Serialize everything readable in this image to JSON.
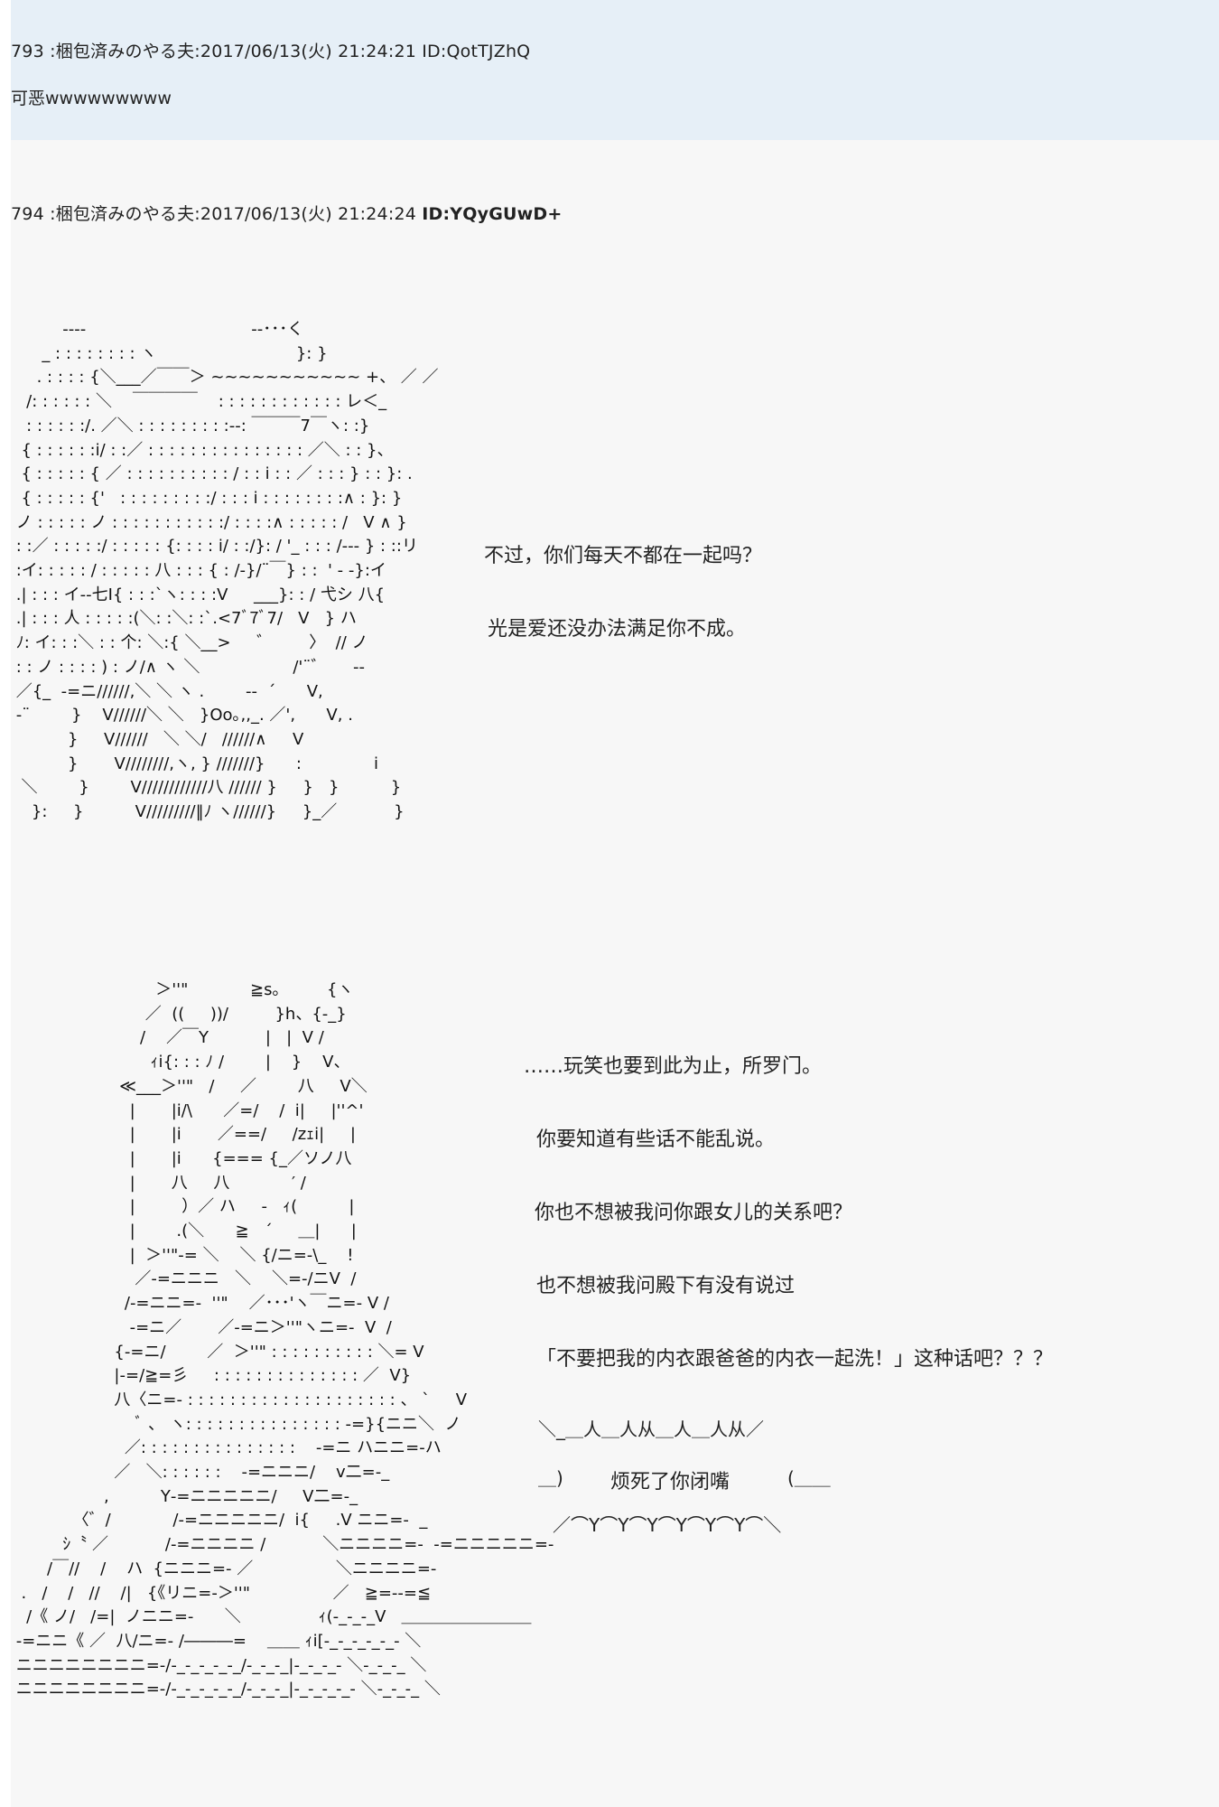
{
  "post793": {
    "header": "793 :梱包済みのやる夫:2017/06/13(火) 21:24:21 ID:QotTJZhQ",
    "body": "可恶wwwwwwwww"
  },
  "post794": {
    "header": "794 :梱包済みのやる夫:2017/06/13(火) 21:24:24 ",
    "id": "ID:YQyGUwD+",
    "art1": "          ---‐                                ‐‐･･･く\n      _ : : : : : : : : ヽ                           }: }\n     . : : : : {＼___／￣￣＞ ~~~~~~~~~~~ +、 ／ ／\n   /: : : : : : ＼    ￣￣￣￣    : : : : : : : : : : : : レ＜_\n   : : : : : :/. ／＼ : : : : : : : : :-‐: ￣￣￣7￣ヽ: :}\n  { : : : : : :i/ : :／ : : : : : : : : : : : : : : : ／＼ : : }、\n  { : : : : : { ／ : : : : : : : : : : / : : i : : ／ : : : } : : }: .\n  { : : : : : {'   : : : : : : : : :/ : : : i : : : : : : : :∧ : }: }\n ノ : : : : : ノ : : : : : : : : : : :/ : : : :∧ : : : : : /   V ∧ }\n : :／ : : : : :/ : : : : : {: : : : i/ : :/}: / '_ : : : /‐‐‐ } : ::リ\n :イ: : : : : / : : : : : 八 : : : { : /‐}/¨￣} : :  ' ‐ ‐}:イ\n .| : : : イ‐‐七I{ : : :`ヽ: : : :V     ___}: : / 弋シ 八{\n .| : : : 人 : : : : :(＼: :＼: :`.<7ﾞ7ﾞ7/   V   } ハ\n ﾉ: イ: : :＼ : : 个: ＼:{ ＼__>     ゛       〉  // ノ\n : : ノ : : : : ) : ノ/∧ ヽ ＼                  /'¨゛     ‐‐\n ／{_  ‐=ニ//////,＼ ＼ ヽ .        ‐‐  ´      V,\n ‐¨        }    V//////＼ ＼   }Oo｡,,_. ／',      V, .\n           }     V//////   ＼ ＼/   //////∧     V\n           }       V////////,ヽ, } ///////}      :              i\n  ＼        }        V////////////八 ////// }     }   }          }\n    }:     }          V/////////‖ﾉ ヽ//////}     }_／           }",
    "art2": "                            ＞''\"            ≧s｡         {ヽ\n                          ／  ((     ))/         }h、{‐_}\n                         /    ／￣Y           |   |  V /\n                           ｨi{: : : ﾉ /        |    }    V、\n                     ≪___＞''\"   /     ／        八     V＼\n                       |       |i/\\      ／=/    /  i|     |''^'\n                       |       |i       ／==/     /zｪi|     |\n                       |       |i      {=== {_／ソノ八\n                       |       八     八            ′ /\n                       |         ）／ ハ     ‐   ｨ(          |\n                       |        .(＼      ≧   ´     ＿|      |\n                       |  ＞''\"‐= ＼    ＼ {/ニ=‐\\_    !\n                        ／‐=ニニニ   ＼    ＼=‐/ニV  /\n                      /‐=ニニ=‐  ''\"    ／･･･'ヽ￣ニ=‐ V /\n                       ‐=ニ／       ／‐=ニ＞''\"ヽニ=‐  V  /\n                    {‐=ニ/        ／  ＞''\" : : : : : : : : : : ＼= V\n                    |‐=/≧=彡     : : : : : : : : : : : : : : ／  V}\n                    八〈ニ=‐ : : : : : : : : : : : : : : : : : : : : 、 `     V\n                        ﾞ 、 ヽ: : : : : : : : : : : : : : : ‐=}{ニニ＼  ノ\n                      ／: : : : : : : : : : : : : : :    ‐=ニ ハニニ=‐ハ\n                    ／   ＼: : : : : :    ‐=ニニニ/    v二=‐_\n                  ,          Y‐=ニニニニニ/     V二=‐_\n            〈゛/            /‐=ニニニニニ/  i{     .V ニニ=‐  _\n          ｼ〝 ／           /‐=ニニニニ /           ＼ニニニニ=‐  ‐=ニニニニニ=‐\n       /￣//    /    ハ  {ニニニ=‐ ／                ＼ニニニニ=‐\n  .   /    /   //    /|   {《リニ=‐＞''\"                ／   ≧=‐‐=≦\n   /《 ノ/   /=|  ノニニ=‐      ＼               ｨ(‐_‐_‐_V   ＿＿＿＿＿＿＿＿\n ‐=ニニ《 ／  八/ニ=‐ /―――=    ＿＿ ｨi[‐_‐_‐_‐_‐_‐ ＼\n ニニニニニニニニ=‐/‐_‐_‐_‐_‐_/‐_‐_‐_|‐_‐_‐_‐ ＼‐_‐_‐_ ＼\n ニニニニニニニニ=‐/‐_‐_‐_‐_‐_/‐_‐_‐_|‐_‐_‐_‐_‐ ＼‐_‐_‐_ ＼",
    "lines1": [
      "不过，你们每天不都在一起吗？",
      "光是爱还没办法满足你不成。"
    ],
    "lines2": [
      "……玩笑也要到此为止，所罗门。",
      "你要知道有些话不能乱说。",
      "你也不想被我问你跟女儿的关系吧？",
      "也不想被我问殿下有没有说过",
      "「不要把我的内衣跟爸爸的内衣一起洗！」这种话吧？？？"
    ],
    "bubble_top": "＼_＿人＿人从＿人＿人从／",
    "bubble_mid_left": "＿)",
    "bubble_text": "烦死了你闭嘴",
    "bubble_mid_right": "(＿＿",
    "bubble_bottom": "／⌒Y⌒Y⌒Y⌒Y⌒Y⌒Y⌒＼"
  }
}
